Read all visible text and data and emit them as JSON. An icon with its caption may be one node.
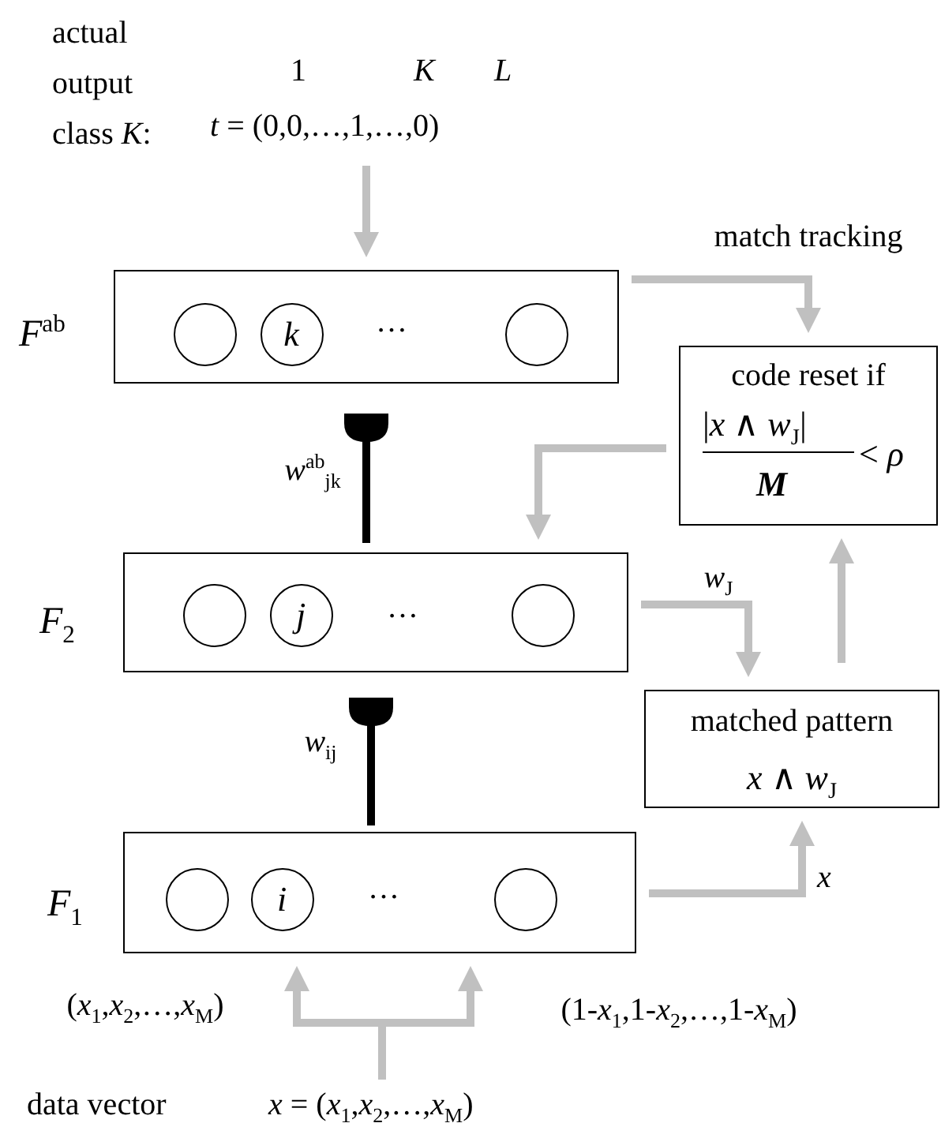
{
  "diagram": {
    "nodes": [
      {
        "text": [
          "…"
        ],
        "beside": [
          "*F*$^{ab}$"
        ]
      },
      {
        "text": [],
        "shape": "circle",
        "in": 0
      },
      {
        "text": [
          "k"
        ],
        "in": 0
      },
      {
        "text": [],
        "shape": "circle",
        "in": 0
      },
      {
        "text": [
          "…"
        ],
        "beside": [
          "*F*$_{2}$"
        ]
      },
      {
        "text": [],
        "shape": "circle",
        "in": 4
      },
      {
        "text": [
          "j"
        ],
        "in": 4
      },
      {
        "text": [],
        "shape": "circle",
        "in": 4
      },
      {
        "text": [
          "…"
        ],
        "beside": [
          "*F*$_{1}$"
        ]
      },
      {
        "text": [],
        "shape": "circle",
        "in": 8
      },
      {
        "text": [
          "i"
        ],
        "in": 8
      },
      {
        "text": [],
        "shape": "circle",
        "in": 8
      },
      {
        "text": [
          "code reset if",
          "|*x* ∧ *w*$_{J}$|",
          "M",
          "< *ρ*"
        ]
      },
      {
        "text": [
          "matched pattern",
          "*x* ∧ *w*$_{J}$"
        ]
      },
      {
        "text": [
          "actual output class *K*:",
          "*t* = (0,0,…,1,…,0)"
        ]
      },
      {
        "text": [
          "data vector",
          "*x* = (*x*$_{1}$,*x*$_{2}$,…,*x*$_{M}$)"
        ]
      }
    ],
    "edges": [
      {
        "from": 14,
        "to": 0,
        "arrow": "to"
      },
      {
        "from": 0,
        "to": 12,
        "arrow": "to",
        "label": "match tracking"
      },
      {
        "from": 12,
        "to": 4,
        "arrow": "to"
      },
      {
        "from": 4,
        "to": 13,
        "arrow": "to",
        "label": "*w*$_{J}$"
      },
      {
        "from": 13,
        "to": 12,
        "arrow": "to"
      },
      {
        "from": 8,
        "to": 13,
        "arrow": "to",
        "label": "x"
      },
      {
        "from": 4,
        "to": 0,
        "arrow": "other",
        "label": "*w*$^{ab}$$_{jk}$",
        "color": "#000000"
      },
      {
        "from": 8,
        "to": 4,
        "arrow": "other",
        "label": "*w*$_{ij}$",
        "color": "#000000"
      },
      {
        "from": 15,
        "to": 8,
        "arrow": "to",
        "label": "(*x*$_{1}$,*x*$_{2}$,…,*x*$_{M}$)"
      },
      {
        "from": 15,
        "to": 8,
        "arrow": "to",
        "label": "(1-*x*$_{1}$,1-*x*$_{2}$,…,1-*x*$_{M}$)"
      }
    ],
    "labels": [
      "1",
      "K",
      "L"
    ]
  }
}
